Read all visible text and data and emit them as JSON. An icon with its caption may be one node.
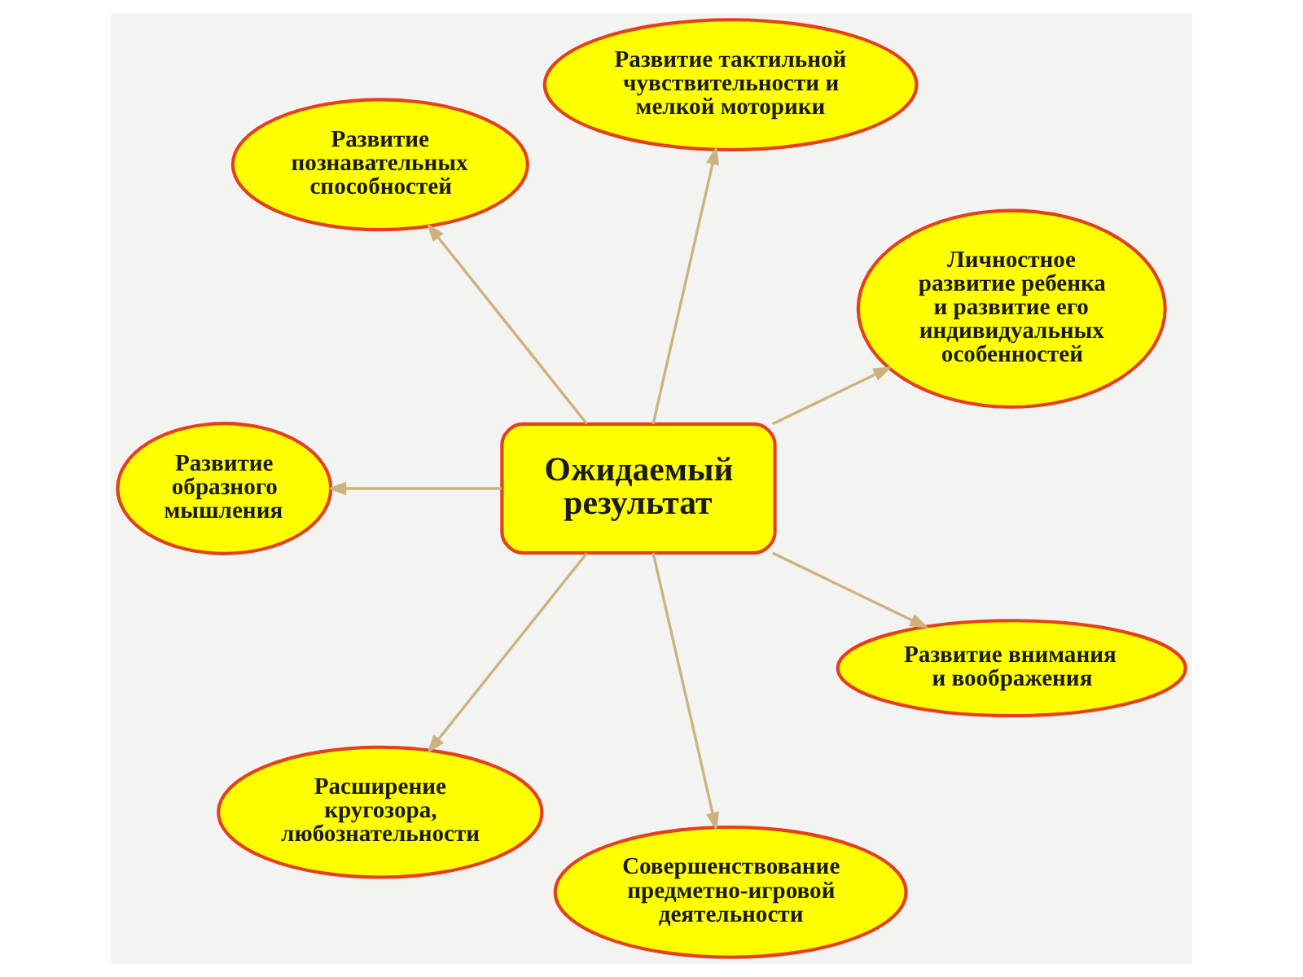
{
  "diagram": {
    "nodes": [
      {
        "text": [
          "Развитие познавательных способностей"
        ]
      },
      {
        "text": [
          "Развитие тактильной чувствительности и мелкой моторики"
        ]
      },
      {
        "text": [
          "Личностное развитие ребенка и развитие его индивидуальных особенностей"
        ]
      },
      {
        "text": [
          "Развитие образного мышления"
        ]
      },
      {
        "text": [
          "Ожидаемый результат"
        ]
      },
      {
        "text": [
          "Развитие внимания и воображения"
        ]
      },
      {
        "text": [
          "Расширение кругозора, любознательности"
        ]
      },
      {
        "text": [
          "Совершенствование предметно-игровой деятельности"
        ]
      }
    ],
    "edges": [
      {
        "from": 4,
        "to": 0,
        "arrow": "to"
      },
      {
        "from": 4,
        "to": 1,
        "arrow": "to"
      },
      {
        "from": 4,
        "to": 2,
        "arrow": "to"
      },
      {
        "from": 4,
        "to": 3,
        "arrow": "to"
      },
      {
        "from": 4,
        "to": 5,
        "arrow": "to"
      },
      {
        "from": 4,
        "to": 6,
        "arrow": "to"
      },
      {
        "from": 4,
        "to": 7,
        "arrow": "to"
      }
    ]
  }
}
